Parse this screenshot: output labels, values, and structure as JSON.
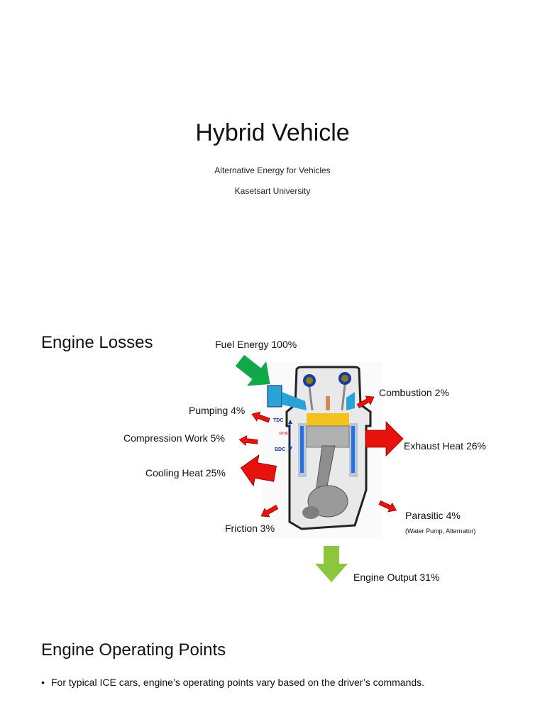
{
  "title_slide": {
    "title": "Hybrid Vehicle",
    "subtitle": "Alternative Energy for Vehicles",
    "institution": "Kasetsart University"
  },
  "engine_losses": {
    "heading": "Engine Losses",
    "fuel_energy": "Fuel Energy 100%",
    "combustion": "Combustion 2%",
    "pumping": "Pumping 4%",
    "exhaust_heat": "Exhaust Heat 26%",
    "compression_work": "Compression Work 5%",
    "cooling_heat": "Cooling Heat 25%",
    "parasitic": "Parasitic 4%",
    "parasitic_note": "(Water Pump, Alternator)",
    "friction": "Friction 3%",
    "engine_output": "Engine Output 31%",
    "diagram_tdc": "TDC",
    "diagram_stroke": "stroke",
    "diagram_bdc": "BDC",
    "colors": {
      "loss_arrow": "#e8120c",
      "fuel_arrow": "#12a84a",
      "output_arrow": "#8cc63f"
    }
  },
  "operating_points": {
    "heading": "Engine Operating Points",
    "bullet_symbol": "•",
    "bullet_1": "For typical ICE cars, engine’s operating points vary based on the driver’s commands."
  }
}
